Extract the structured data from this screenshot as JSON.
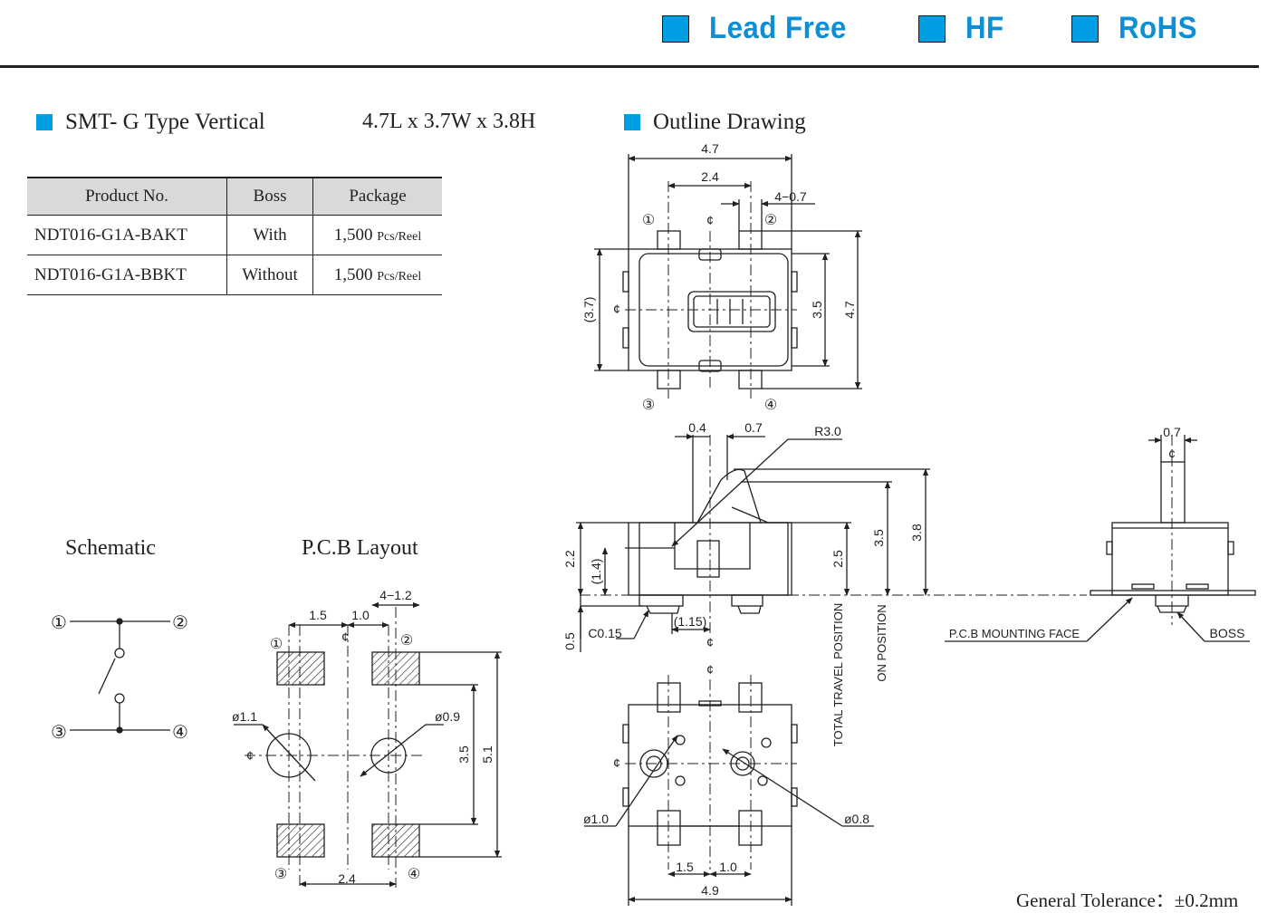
{
  "certifications": [
    "Lead Free",
    "HF",
    "RoHS"
  ],
  "product": {
    "title": "SMT- G Type Vertical",
    "dimensions": "4.7L x 3.7W x 3.8H",
    "table": {
      "headers": [
        "Product No.",
        "Boss",
        "Package"
      ],
      "rows": [
        {
          "product_no": "NDT016-G1A-BAKT",
          "boss": "With",
          "package_qty": "1,500",
          "package_unit": "Pcs/Reel"
        },
        {
          "product_no": "NDT016-G1A-BBKT",
          "boss": "Without",
          "package_qty": "1,500",
          "package_unit": "Pcs/Reel"
        }
      ]
    }
  },
  "outline_title": "Outline Drawing",
  "schematic_title": "Schematic",
  "pcb_title": "P.C.B Layout",
  "pins": [
    "①",
    "②",
    "③",
    "④"
  ],
  "centerline": "¢",
  "dims": {
    "top_width": "4.7",
    "top_pin_pitch": "2.4",
    "top_pin_width": "4−0.7",
    "top_body_height": "(3.7)",
    "top_inner_height": "3.5",
    "top_total_height": "4.7",
    "side_04": "0.4",
    "side_07": "0.7",
    "side_r30": "R3.0",
    "side_22": "2.2",
    "side_14": "(1.4)",
    "side_25": "2.5",
    "side_35": "3.5",
    "side_38": "3.8",
    "side_05": "0.5",
    "side_c015": "C0.15",
    "side_115": "(1.15)",
    "total_travel": "TOTAL TRAVEL POSITION",
    "on_position": "ON POSITION",
    "pcb_face": "P.C.B MOUNTING FACE",
    "boss": "BOSS",
    "front_07": "0.7",
    "bottom_10_hole": "ø1.0",
    "bottom_08_hole": "ø0.8",
    "bottom_15": "1.5",
    "bottom_10": "1.0",
    "bottom_49": "4.9",
    "pcb_15": "1.5",
    "pcb_10": "1.0",
    "pcb_412": "4−1.2",
    "pcb_11": "ø1.1",
    "pcb_09": "ø0.9",
    "pcb_35": "3.5",
    "pcb_51": "5.1",
    "pcb_24": "2.4"
  },
  "tolerance": "General Tolerance：±0.2mm",
  "colors": {
    "accent": "#009fe3",
    "cert_text": "#0b8fd6",
    "ink": "#231f20",
    "table_header": "#d9d9d9"
  }
}
